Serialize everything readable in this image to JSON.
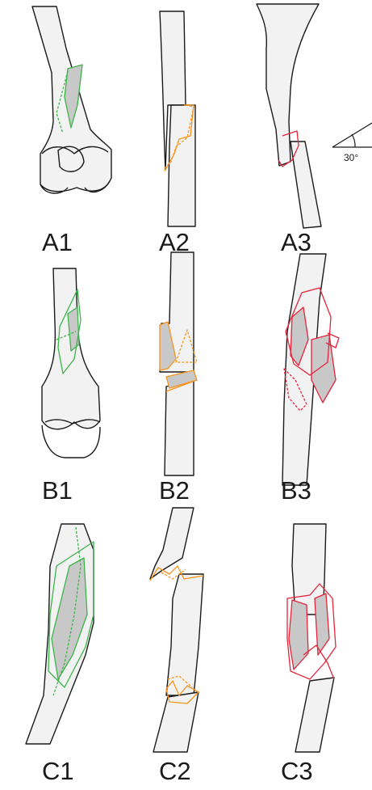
{
  "labels": {
    "a1": "A1",
    "a2": "A2",
    "a3": "A3",
    "b1": "B1",
    "b2": "B2",
    "b3": "B3",
    "c1": "C1",
    "c2": "C2",
    "c3": "C3"
  },
  "angle_label": "30°",
  "colors": {
    "column1": "#3bb54a",
    "column2": "#f7941d",
    "column3": "#e5243b",
    "bone_fill": "#f2f2f2",
    "fragment_fill": "#c8c8c8",
    "outline": "#1a1a1a"
  }
}
